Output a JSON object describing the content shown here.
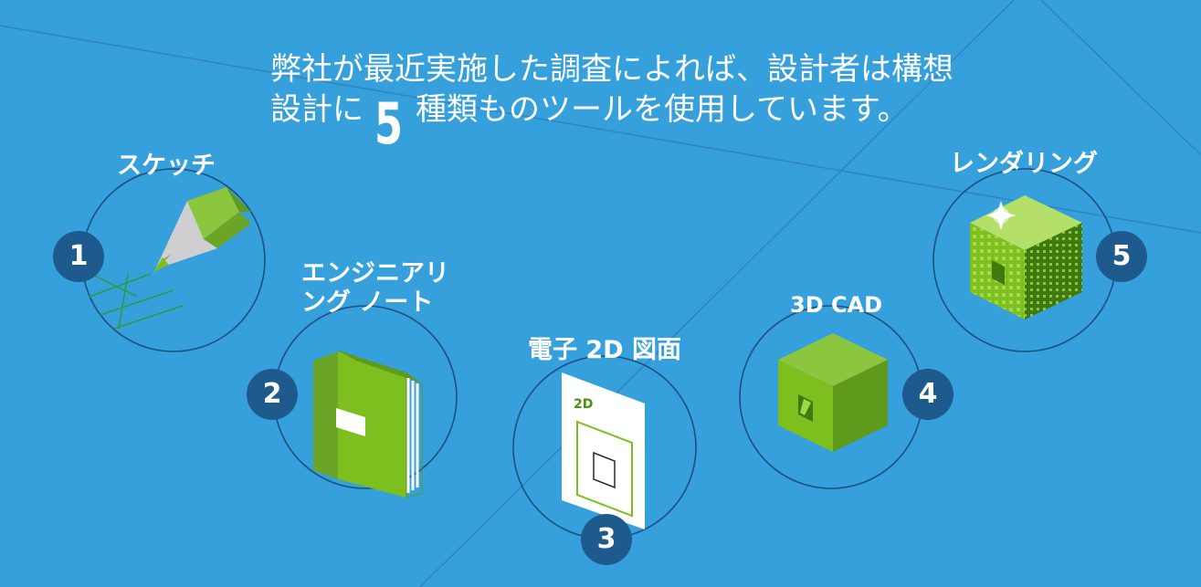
{
  "headline": {
    "line1": "弊社が最近実施した調査によれば、設計者は構想",
    "line2_prefix": "設計に",
    "highlight_number": "5",
    "line2_suffix": "種類ものツールを使用しています。"
  },
  "tools": [
    {
      "number": "1",
      "label": "スケッチ",
      "icon": "pencil-icon"
    },
    {
      "number": "2",
      "label_line1": "エンジニアリ",
      "label_line2": "ング ノート",
      "icon": "notebook-icon"
    },
    {
      "number": "3",
      "label": "電子 2D 図面",
      "icon": "2d-drawing-icon",
      "icon_text": "2D"
    },
    {
      "number": "4",
      "label": "3D CAD",
      "icon": "cad-cube-icon"
    },
    {
      "number": "5",
      "label": "レンダリング",
      "icon": "rendered-cube-icon"
    }
  ],
  "colors": {
    "background": "#35a0dc",
    "badge": "#1f5a8e",
    "accent_green": "#7dbf1f",
    "ring": "#1f4f7e"
  }
}
